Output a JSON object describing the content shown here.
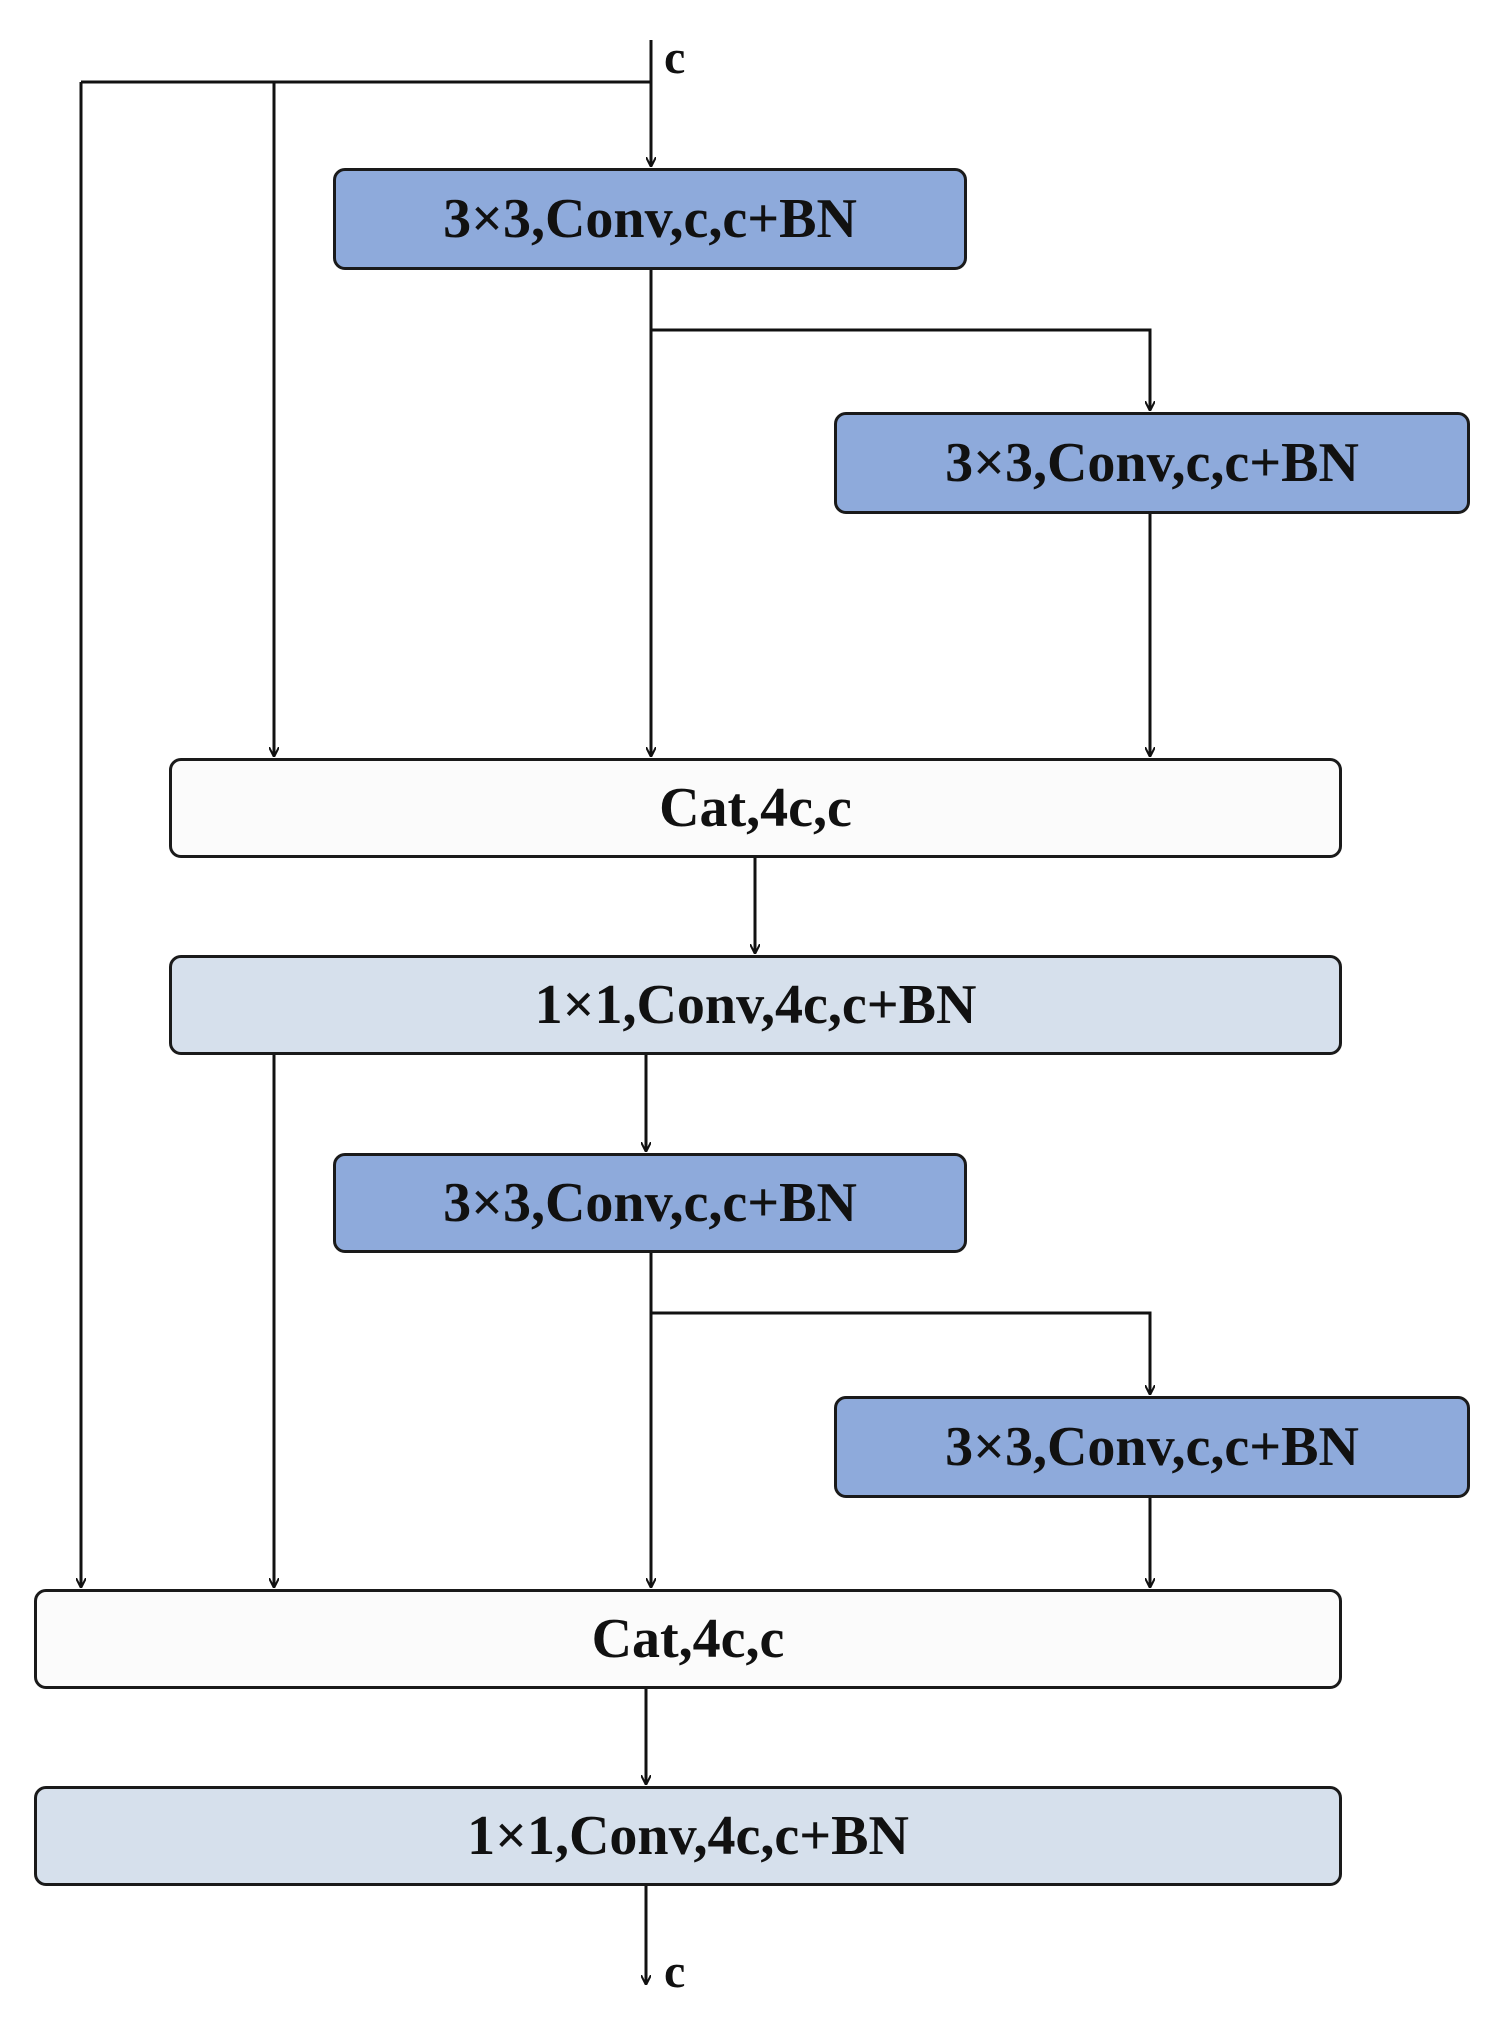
{
  "colors": {
    "conv3x3": "#8eaadb",
    "conv1x1": "#d6e0ec",
    "cat": "#fbfbfb",
    "line": "#111111"
  },
  "input_label": "c",
  "output_label": "c",
  "nodes": {
    "conv_a1": "3×3,Conv,c,c+BN",
    "conv_a2": "3×3,Conv,c,c+BN",
    "cat_1": "Cat,4c,c",
    "conv1x1_1": "1×1,Conv,4c,c+BN",
    "conv_b1": "3×3,Conv,c,c+BN",
    "conv_b2": "3×3,Conv,c,c+BN",
    "cat_2": "Cat,4c,c",
    "conv1x1_2": "1×1,Conv,4c,c+BN"
  }
}
